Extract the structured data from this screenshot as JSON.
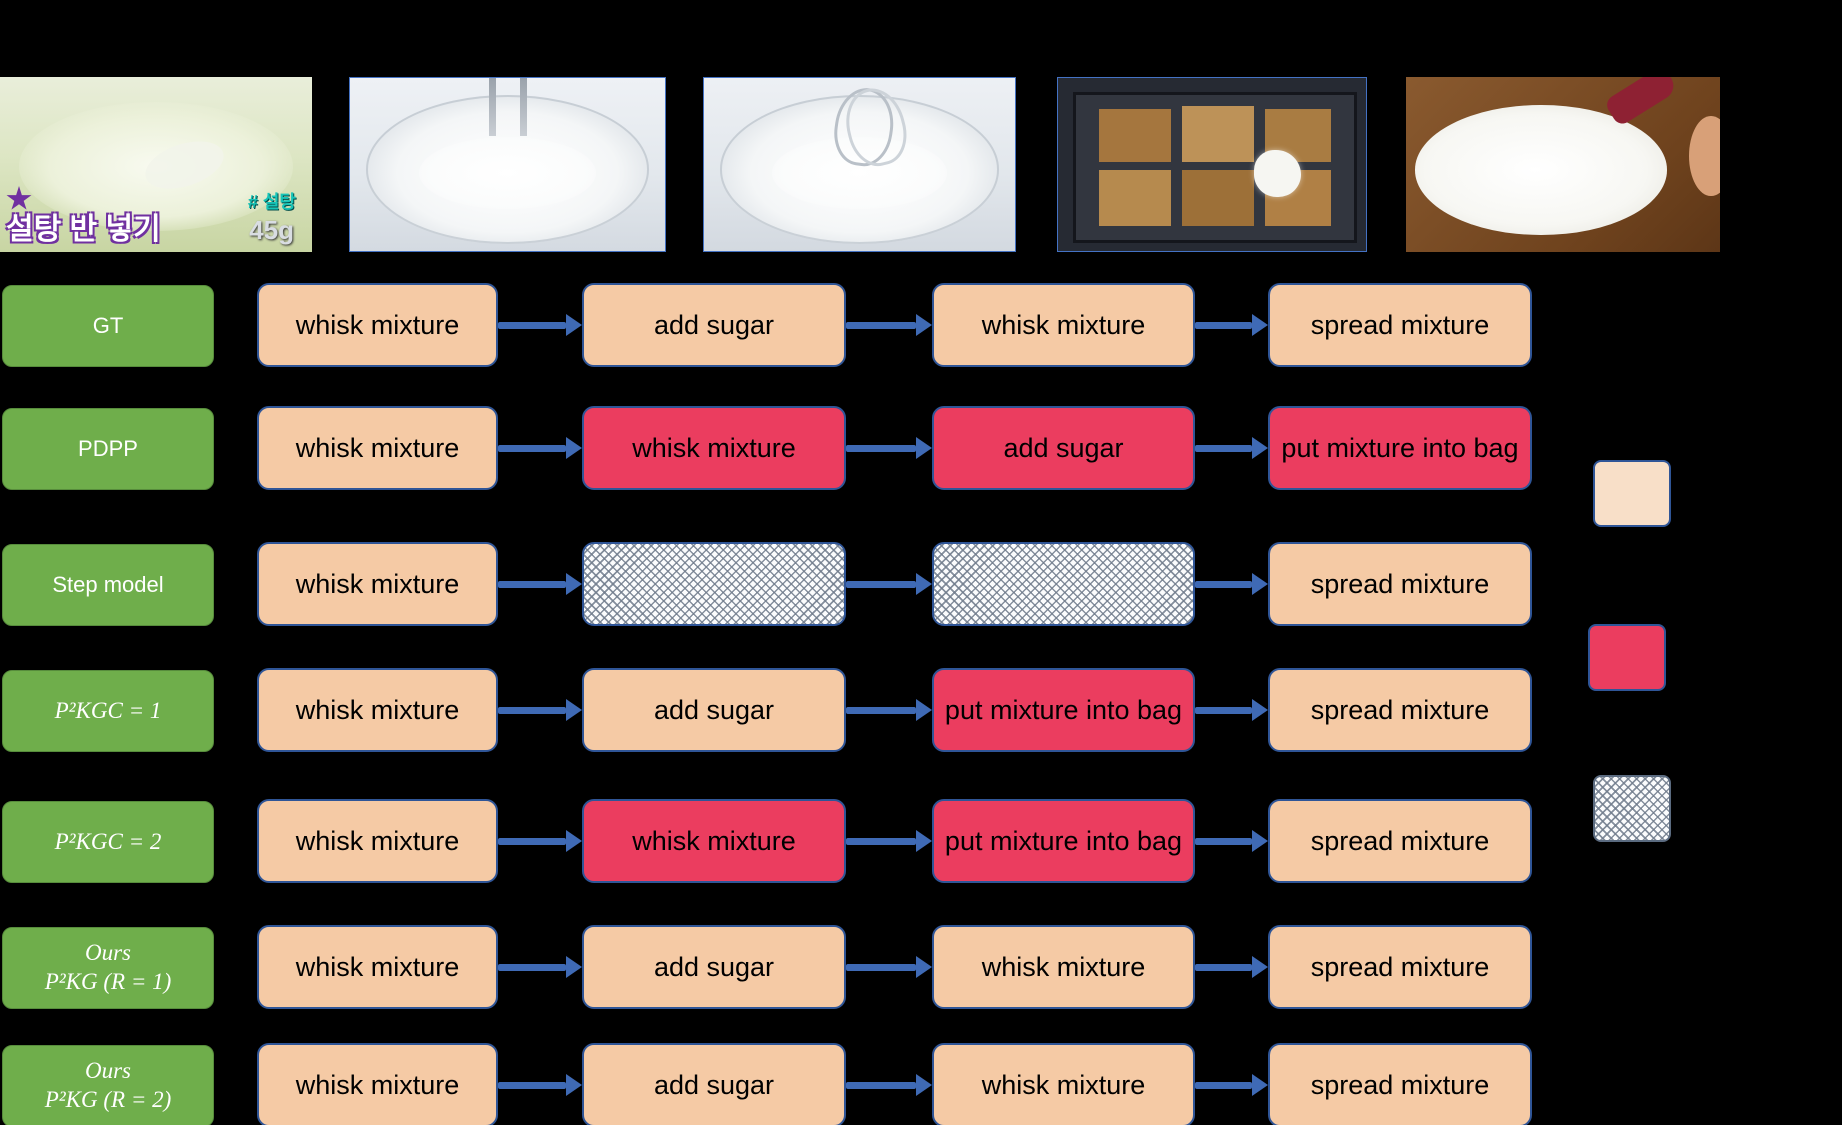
{
  "colors": {
    "background": "#000000",
    "label_green": "#6FAE4B",
    "correct_step": "#F5CAA5",
    "wrong_step": "#EB3D5F",
    "arrow_blue": "#3F6AB5",
    "box_border": "#2F5597"
  },
  "video_frames": [
    {
      "name": "egg-whites-in-green-bowl",
      "overlay_title": "설탕 반 넣기",
      "overlay_badge": "# 설탕",
      "overlay_amount": "45g"
    },
    {
      "name": "mixer-beaters-in-white-cream"
    },
    {
      "name": "whisk-in-white-cream"
    },
    {
      "name": "baking-tray-with-parchment-and-cream"
    },
    {
      "name": "spreading-meringue-on-board"
    }
  ],
  "rows": [
    {
      "label": "GT",
      "steps": [
        {
          "text": "whisk mixture",
          "type": "correct"
        },
        {
          "text": "add sugar",
          "type": "correct"
        },
        {
          "text": "whisk mixture",
          "type": "correct"
        },
        {
          "text": "spread mixture",
          "type": "correct"
        }
      ]
    },
    {
      "label": "PDPP",
      "steps": [
        {
          "text": "whisk mixture",
          "type": "correct"
        },
        {
          "text": "whisk mixture",
          "type": "wrong"
        },
        {
          "text": "add sugar",
          "type": "wrong"
        },
        {
          "text": "put mixture into bag",
          "type": "wrong"
        }
      ]
    },
    {
      "label": "Step model",
      "steps": [
        {
          "text": "whisk mixture",
          "type": "correct"
        },
        {
          "text": "",
          "type": "empty"
        },
        {
          "text": "",
          "type": "empty"
        },
        {
          "text": "spread mixture",
          "type": "correct"
        }
      ]
    },
    {
      "label": "P²KGC = 1",
      "steps": [
        {
          "text": "whisk mixture",
          "type": "correct"
        },
        {
          "text": "add sugar",
          "type": "correct"
        },
        {
          "text": "put mixture into bag",
          "type": "wrong"
        },
        {
          "text": "spread mixture",
          "type": "correct"
        }
      ]
    },
    {
      "label": "P²KGC = 2",
      "steps": [
        {
          "text": "whisk mixture",
          "type": "correct"
        },
        {
          "text": "whisk mixture",
          "type": "wrong"
        },
        {
          "text": "put mixture into bag",
          "type": "wrong"
        },
        {
          "text": "spread mixture",
          "type": "correct"
        }
      ]
    },
    {
      "label": "Ours\nP²KG (R = 1)",
      "steps": [
        {
          "text": "whisk mixture",
          "type": "correct"
        },
        {
          "text": "add sugar",
          "type": "correct"
        },
        {
          "text": "whisk mixture",
          "type": "correct"
        },
        {
          "text": "spread mixture",
          "type": "correct"
        }
      ]
    },
    {
      "label": "Ours\nP²KG (R = 2)",
      "steps": [
        {
          "text": "whisk mixture",
          "type": "correct"
        },
        {
          "text": "add sugar",
          "type": "correct"
        },
        {
          "text": "whisk mixture",
          "type": "correct"
        },
        {
          "text": "spread mixture",
          "type": "correct"
        }
      ]
    }
  ],
  "legend": {
    "items": [
      {
        "name": "correct-step-swatch",
        "color": "#F8DFC8"
      },
      {
        "name": "incorrect-step-swatch",
        "color": "#EB3D5F"
      },
      {
        "name": "empty-step-swatch",
        "pattern": "crosshatch"
      }
    ]
  }
}
